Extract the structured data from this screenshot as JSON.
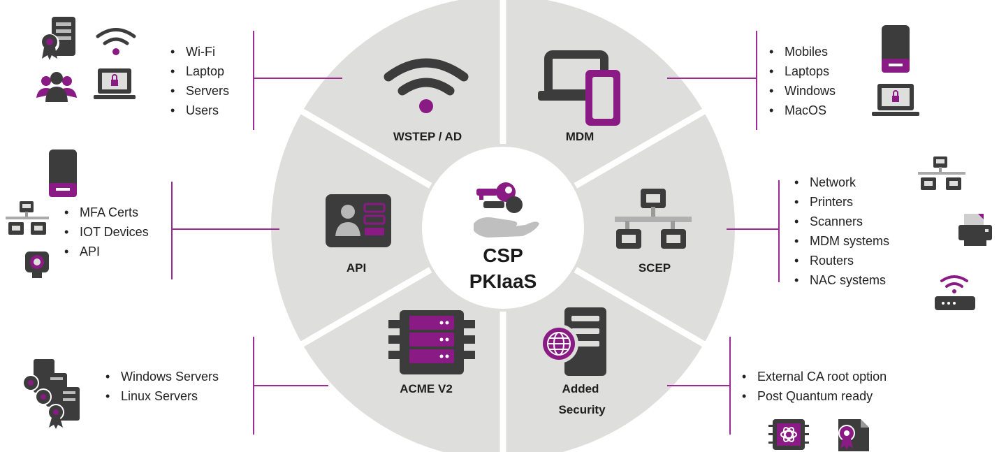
{
  "center": {
    "line1": "CSP",
    "line2": "PKIaaS"
  },
  "segments": {
    "wstep": {
      "label": "WSTEP / AD",
      "icon": "wifi-icon"
    },
    "mdm": {
      "label": "MDM",
      "icon": "devices-icon"
    },
    "scep": {
      "label": "SCEP",
      "icon": "network-icon"
    },
    "security": {
      "label1": "Added",
      "label2": "Security",
      "icon": "globe-server-icon"
    },
    "acme": {
      "label": "ACME V2",
      "icon": "server-stack-icon"
    },
    "api": {
      "label": "API",
      "icon": "id-card-icon"
    }
  },
  "lists": {
    "wstep": [
      "Wi-Fi",
      "Laptop",
      "Servers",
      "Users"
    ],
    "mdm": [
      "Mobiles",
      "Laptops",
      "Windows",
      "MacOS"
    ],
    "api": [
      "MFA Certs",
      "IOT Devices",
      "API"
    ],
    "scep": [
      "Network",
      "Printers",
      "Scanners",
      "MDM systems",
      "Routers",
      "NAC systems"
    ],
    "acme": [
      "Windows Servers",
      "Linux Servers"
    ],
    "security": [
      "External CA root option",
      "Post Quantum ready"
    ]
  },
  "colors": {
    "accent": "#8a1a84",
    "dark": "#3c3c3c",
    "wheel": "#dededc",
    "line": "#9b2a94"
  }
}
